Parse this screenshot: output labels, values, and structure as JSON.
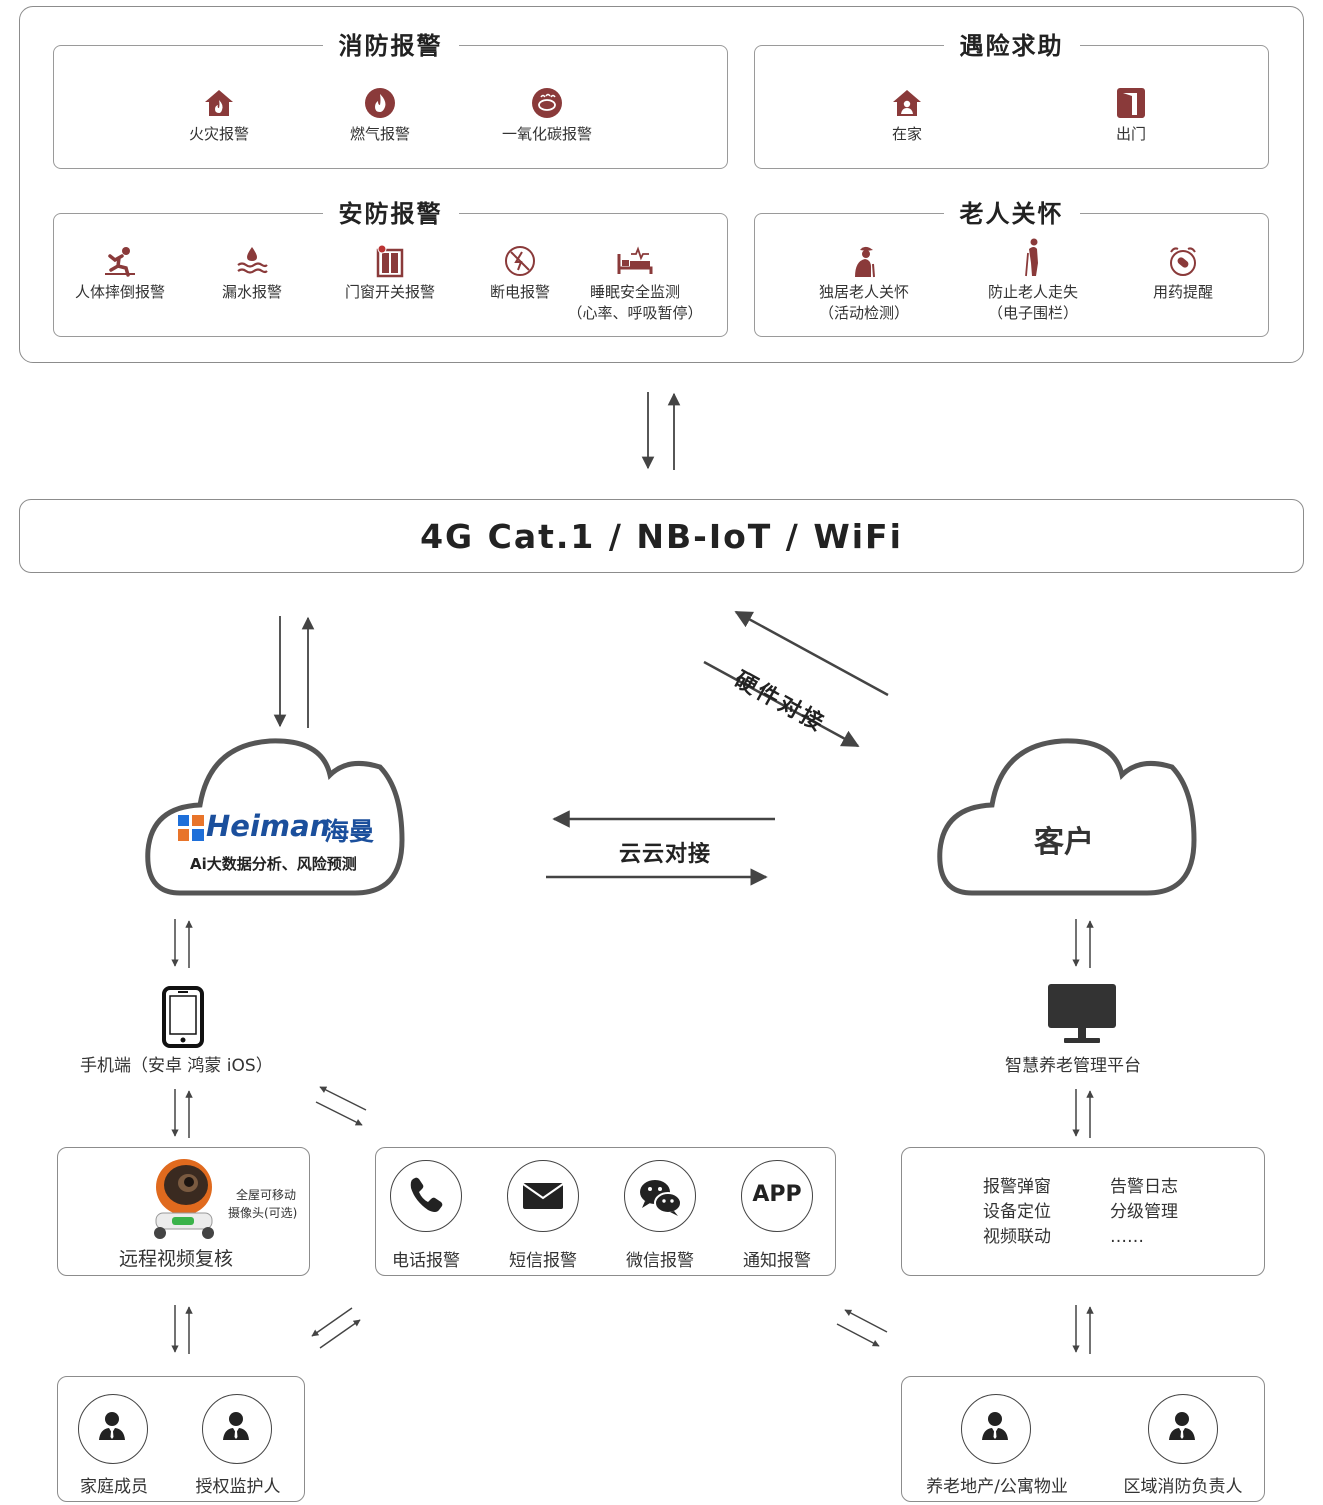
{
  "top_panel": {
    "fire": {
      "title": "消防报警",
      "items": [
        {
          "label": "火灾报警",
          "icon": "house-fire-icon"
        },
        {
          "label": "燃气报警",
          "icon": "flame-icon"
        },
        {
          "label": "一氧化碳报警",
          "icon": "co-icon"
        }
      ]
    },
    "help": {
      "title": "遇险求助",
      "items": [
        {
          "label": "在家",
          "icon": "home-person-icon"
        },
        {
          "label": "出门",
          "icon": "door-icon"
        }
      ]
    },
    "security": {
      "title": "安防报警",
      "items": [
        {
          "label": "人体摔倒报警",
          "icon": "fall-icon"
        },
        {
          "label": "漏水报警",
          "icon": "water-leak-icon"
        },
        {
          "label": "门窗开关报警",
          "icon": "window-icon"
        },
        {
          "label": "断电报警",
          "icon": "power-off-icon"
        },
        {
          "label": "睡眠安全监测",
          "sub": "（心率、呼吸暂停）",
          "icon": "bed-icon"
        }
      ]
    },
    "elderly": {
      "title": "老人关怀",
      "items": [
        {
          "label": "独居老人关怀",
          "sub": "（活动检测）",
          "icon": "elder-icon"
        },
        {
          "label": "防止老人走失",
          "sub": "（电子围栏）",
          "icon": "elder-cane-icon"
        },
        {
          "label": "用药提醒",
          "icon": "pill-clock-icon"
        }
      ]
    }
  },
  "network": {
    "label": "4G Cat.1 / NB-IoT / WiFi"
  },
  "hardware_link": {
    "label": "硬件对接"
  },
  "cloud_link": {
    "label": "云云对接"
  },
  "heiman_cloud": {
    "brand": "Heiman",
    "brand_cn": "海曼",
    "tagline": "Ai大数据分析、风险预测"
  },
  "client_cloud": {
    "label": "客户"
  },
  "phone": {
    "label": "手机端（安卓 鸿蒙 iOS）"
  },
  "platform": {
    "label": "智慧养老管理平台"
  },
  "video": {
    "label": "远程视频复核",
    "note_line1": "全屋可移动",
    "note_line2": "摄像头(可选)"
  },
  "notify": {
    "items": [
      {
        "label": "电话报警",
        "icon": "phone-icon"
      },
      {
        "label": "短信报警",
        "icon": "mail-icon"
      },
      {
        "label": "微信报警",
        "icon": "wechat-icon"
      },
      {
        "label": "通知报警",
        "icon": "app-icon",
        "badge": "APP"
      }
    ]
  },
  "platform_features": {
    "col1": [
      "报警弹窗",
      "设备定位",
      "视频联动"
    ],
    "col2": [
      "告警日志",
      "分级管理",
      "……"
    ]
  },
  "family": {
    "items": [
      {
        "label": "家庭成员"
      },
      {
        "label": "授权监护人"
      }
    ]
  },
  "property": {
    "items": [
      {
        "label": "养老地产/公寓物业"
      },
      {
        "label": "区域消防负责人"
      }
    ]
  },
  "colors": {
    "accent": "#8a3a3a",
    "line": "#444444",
    "border": "#8c8c8c"
  }
}
